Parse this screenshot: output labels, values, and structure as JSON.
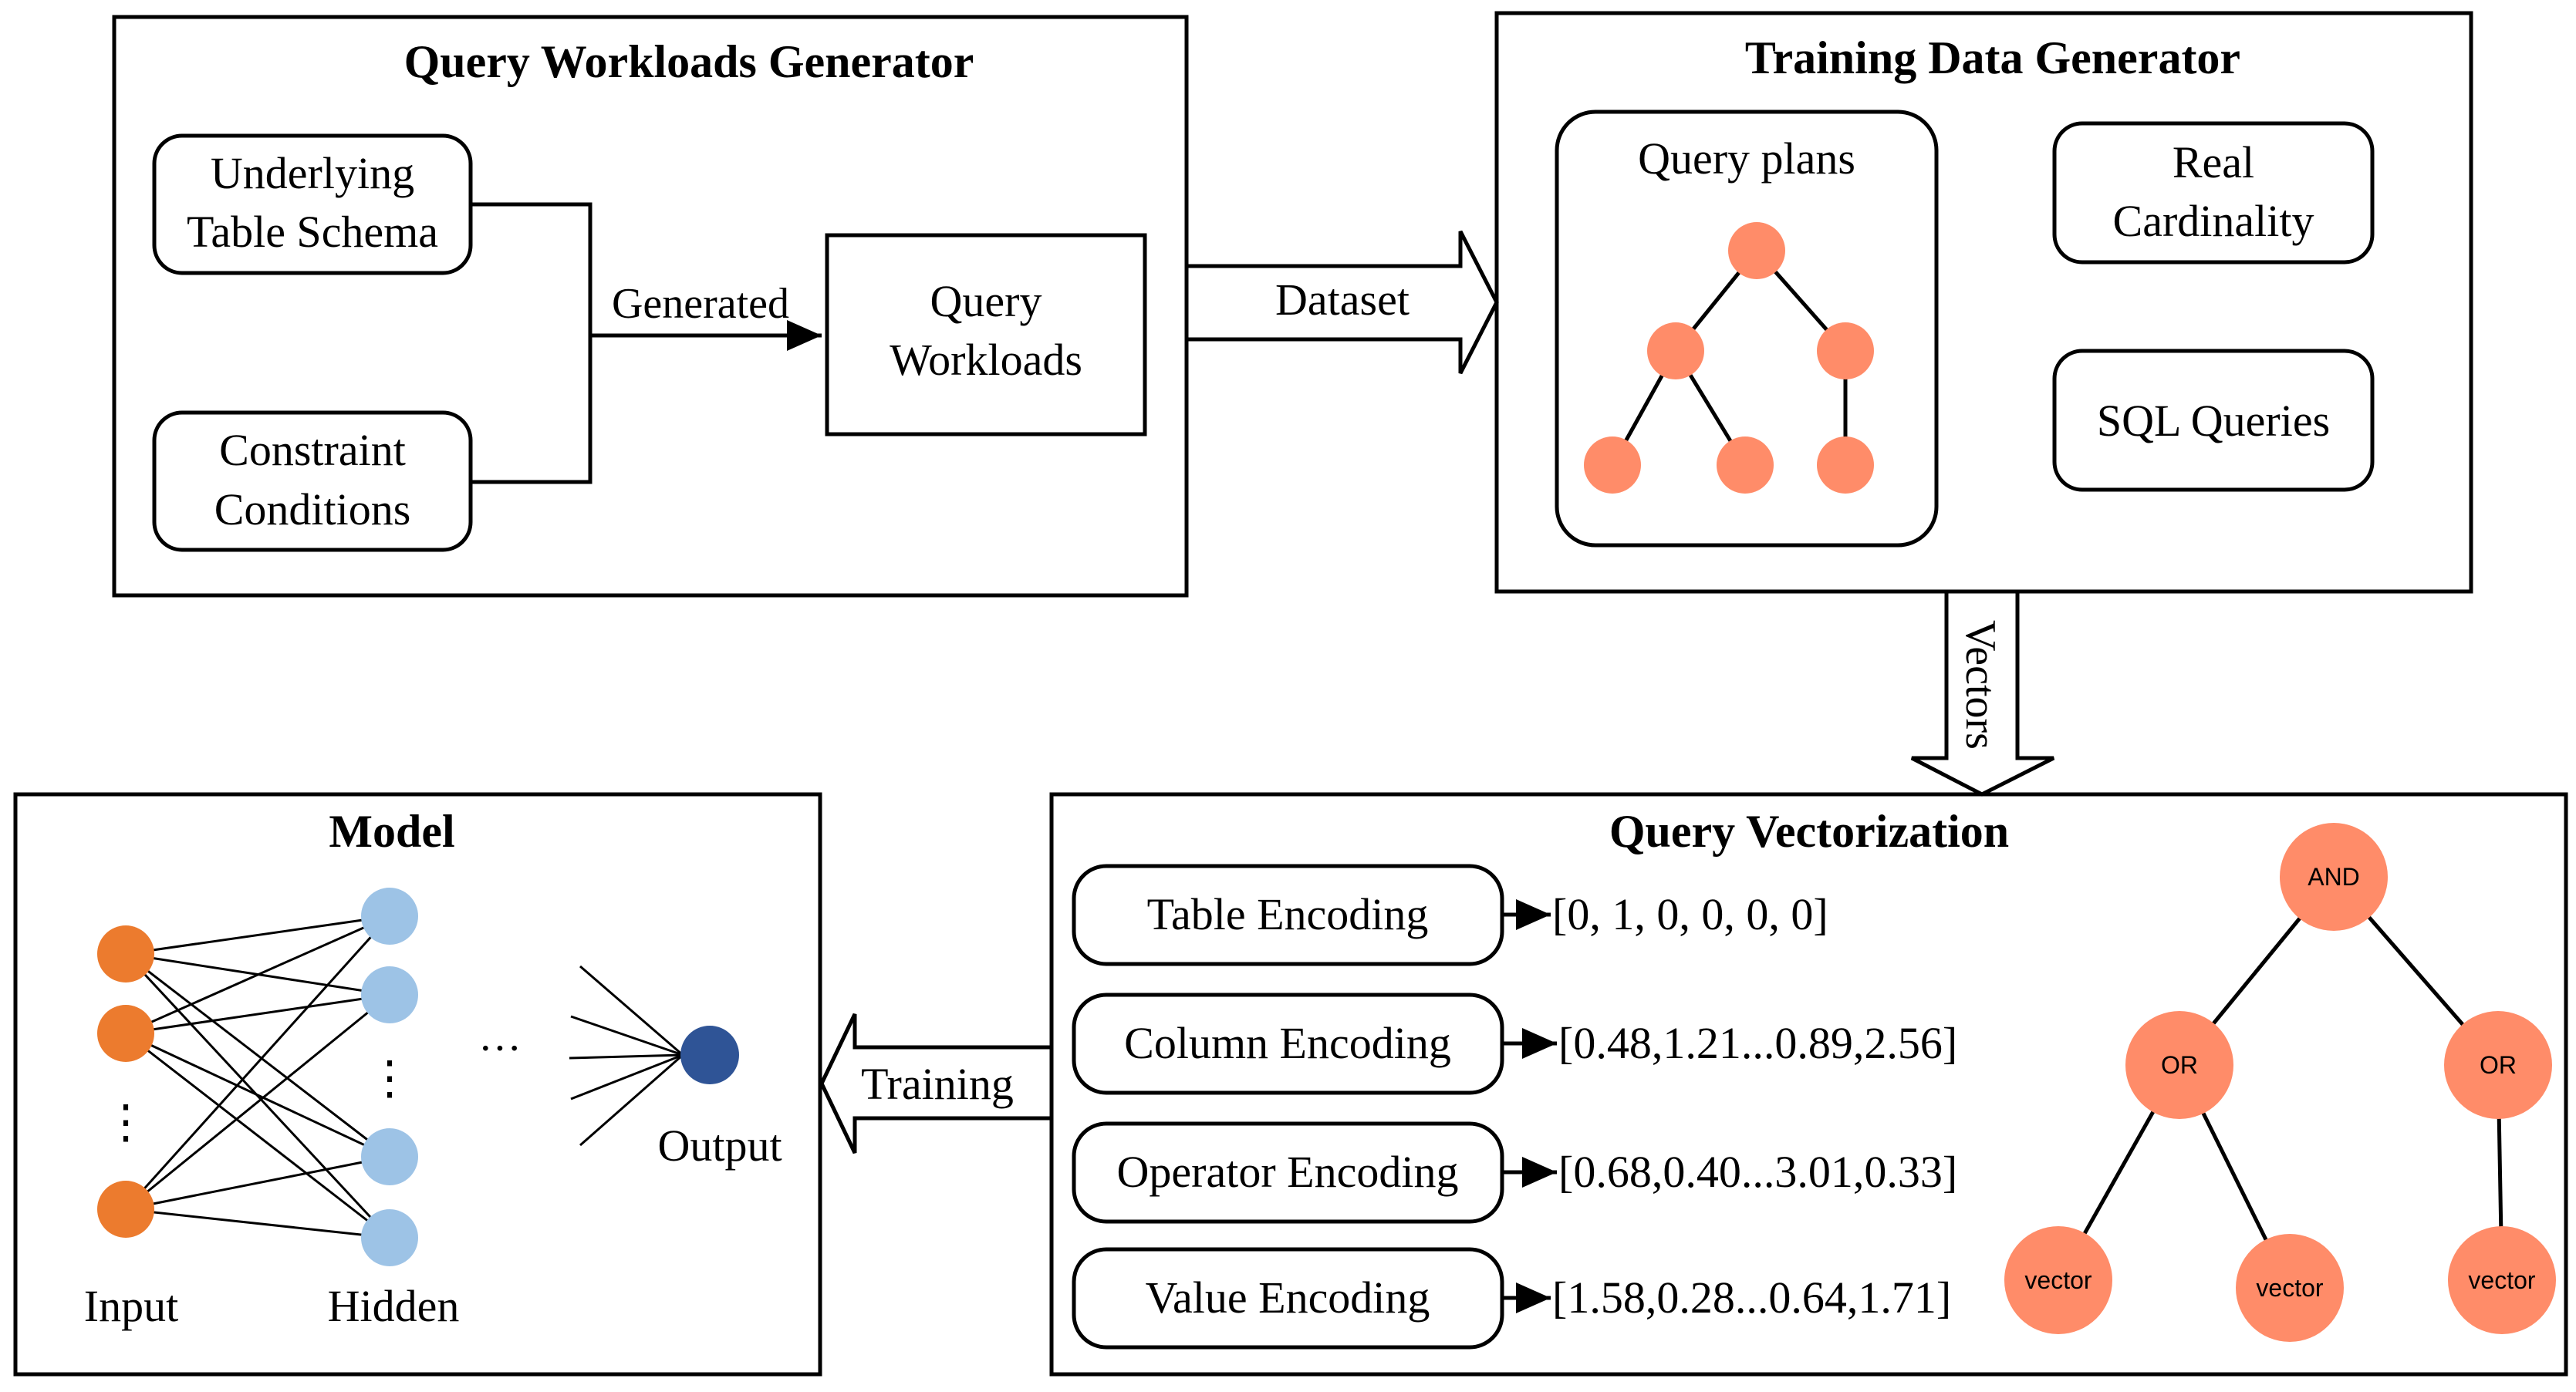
{
  "query_workloads_generator": {
    "title": "Query Workloads Generator",
    "schema_box": [
      "Underlying",
      "Table Schema"
    ],
    "constraint_box": [
      "Constraint",
      "Conditions"
    ],
    "edge_label": "Generated",
    "workloads_box": [
      "Query",
      "Workloads"
    ]
  },
  "dataset_arrow": {
    "label": "Dataset"
  },
  "training_data_generator": {
    "title": "Training Data Generator",
    "plans_title": "Query plans",
    "cardinality_box": [
      "Real",
      "Cardinality"
    ],
    "sql_box": "SQL Queries"
  },
  "vectors_arrow": {
    "label": "Vectors"
  },
  "query_vectorization": {
    "title": "Query Vectorization",
    "encodings": [
      {
        "label": "Table Encoding",
        "value": "[0, 1, 0, 0, 0, 0]"
      },
      {
        "label": "Column Encoding",
        "value": "[0.48,1.21...0.89,2.56]"
      },
      {
        "label": "Operator Encoding",
        "value": "[0.68,0.40...3.01,0.33]"
      },
      {
        "label": "Value Encoding",
        "value": "[1.58,0.28...0.64,1.71]"
      }
    ],
    "tree": {
      "root": "AND",
      "left": "OR",
      "right": "OR",
      "leaf": "vector"
    }
  },
  "training_arrow": {
    "label": "Training"
  },
  "model": {
    "title": "Model",
    "input_label": "Input",
    "hidden_label": "Hidden",
    "output_label": "Output",
    "ellipsis_h": "···",
    "ellipsis_v": "⋮"
  },
  "colors": {
    "node_orange": "#ff8c69",
    "input_orange": "#ec7b2e",
    "hidden_blue": "#9dc3e6",
    "output_blue": "#2f5496",
    "stroke": "#000000"
  }
}
